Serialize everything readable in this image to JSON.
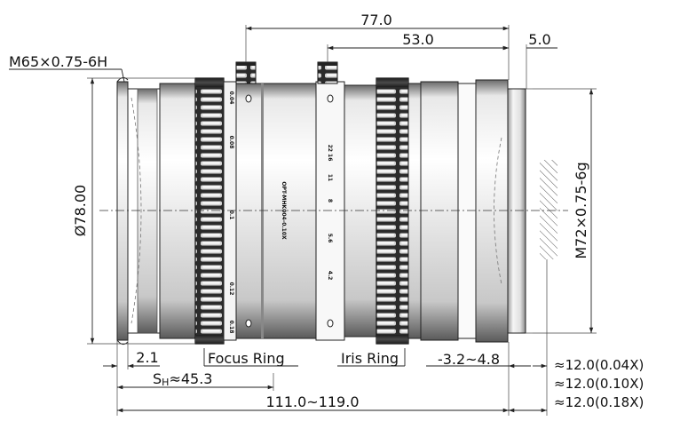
{
  "dimensions": {
    "overall_77": "77.0",
    "iris_53": "53.0",
    "rear_5": "5.0",
    "front_thread": "M65×0.75-6H",
    "diameter": "Ø78.00",
    "rear_thread": "M72×0.75-6g",
    "front_offset": "2.1",
    "sh_prefix": "S",
    "sh_sub": "H",
    "sh_value": "≈45.3",
    "length": "111.0~119.0",
    "range": "-3.2~4.8",
    "wd_1": "≈12.0(0.04X)",
    "wd_2": "≈12.0(0.10X)",
    "wd_3": "≈12.0(0.18X)"
  },
  "labels": {
    "focus_ring": "Focus Ring",
    "iris_ring": "Iris Ring"
  },
  "lens_markings": {
    "model": "OPT-MHK004-0.10X",
    "focus_scale": [
      "0.04",
      "0.08",
      "0.1",
      "0.12",
      "0.18"
    ],
    "iris_scale": [
      "22 16",
      "11",
      "8",
      "5.6",
      "4.2"
    ]
  },
  "colors": {
    "body_light": "#f2f2f2",
    "body_mid": "#bdbdbd",
    "body_dark": "#262626",
    "ring_dark": "#333333",
    "line": "#222222"
  }
}
